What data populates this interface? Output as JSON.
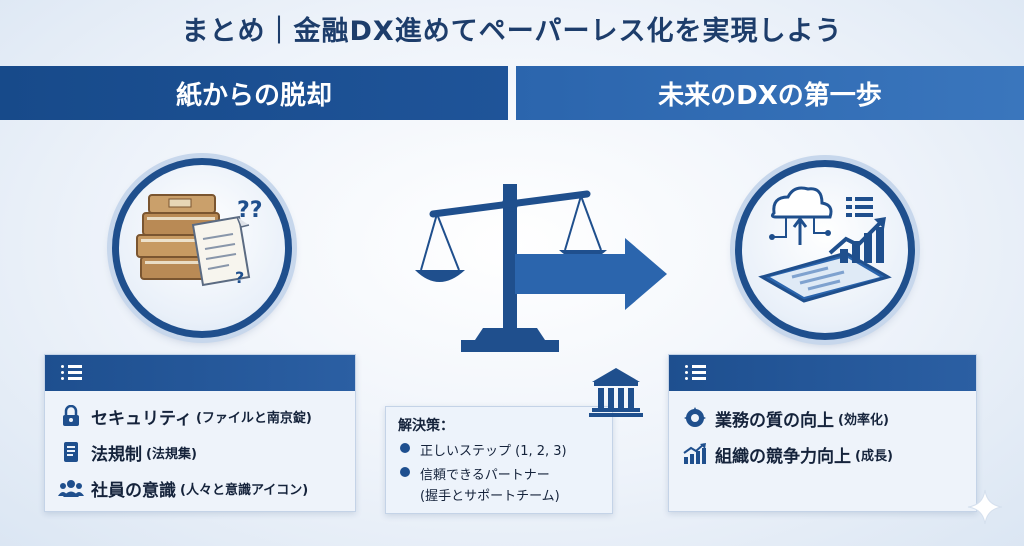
{
  "title": "まとめ｜金融DX進めてペーパーレス化を実現しよう",
  "left_band": "紙からの脱却",
  "right_band": "未来のDXの第一歩",
  "left_card": {
    "items": [
      {
        "icon": "lock-icon",
        "label": "セキュリティ",
        "note": "(ファイルと南京錠)"
      },
      {
        "icon": "book-icon",
        "label": "法規制",
        "note": "(法規集)"
      },
      {
        "icon": "people-icon",
        "label": "社員の意識",
        "note": "(人々と意識アイコン)"
      }
    ]
  },
  "center_card": {
    "title": "解決策：",
    "item1": "正しいステップ (1, 2, 3)",
    "item2": "信頼できるパートナー",
    "item2_sub": "(握手とサポートチーム)"
  },
  "right_card": {
    "items": [
      {
        "icon": "badge-icon",
        "label": "業務の質の向上",
        "note": "(効率化)"
      },
      {
        "icon": "growth-chart-icon",
        "label": "組織の競争力向上",
        "note": "(成長)"
      }
    ]
  },
  "colors": {
    "primary": "#1f4f8d",
    "band_left": "#174a8a",
    "band_right": "#2b65ad",
    "text": "#15233b"
  }
}
